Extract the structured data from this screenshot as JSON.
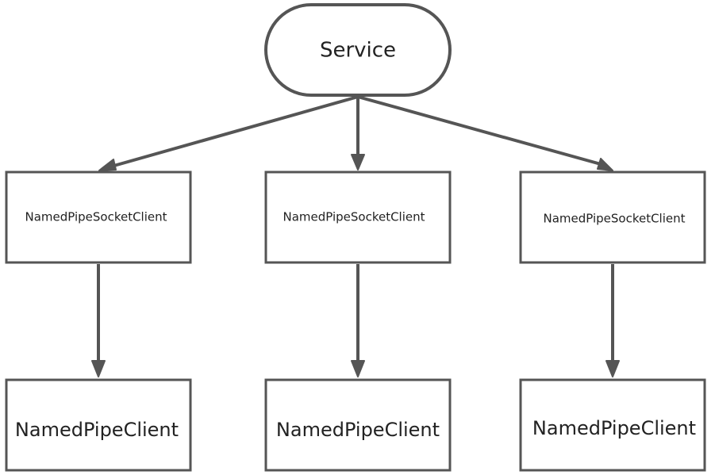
{
  "diagram": {
    "root": {
      "label": "Service"
    },
    "columns": [
      {
        "socket_client": {
          "label": "NamedPipeSocketClient"
        },
        "pipe_client": {
          "label": "NamedPipeClient"
        }
      },
      {
        "socket_client": {
          "label": "NamedPipeSocketClient"
        },
        "pipe_client": {
          "label": "NamedPipeClient"
        }
      },
      {
        "socket_client": {
          "label": "NamedPipeSocketClient"
        },
        "pipe_client": {
          "label": "NamedPipeClient"
        }
      }
    ],
    "colors": {
      "stroke": "#555555",
      "text": "#222222",
      "background": "#ffffff"
    }
  }
}
